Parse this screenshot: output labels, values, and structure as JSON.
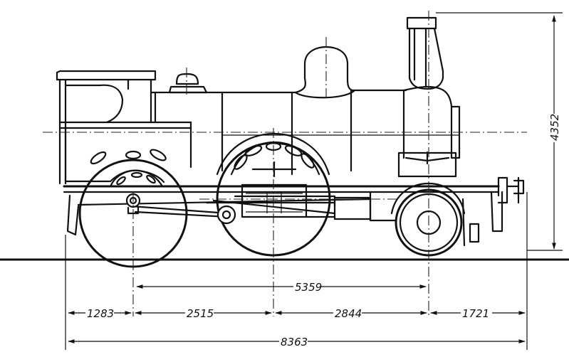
{
  "dimensions": {
    "total_height": "4352",
    "coupled_wheelbase": "5359",
    "front_overhang": "1283",
    "segment_2": "2515",
    "segment_3": "2844",
    "rear_overhang": "1721",
    "total_length": "8363"
  }
}
